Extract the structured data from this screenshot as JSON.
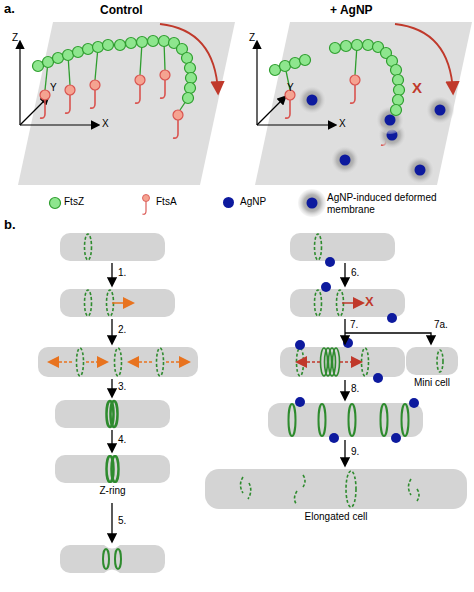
{
  "diagram": {
    "nodes": [
      {
        "text": [
          "Z-ring"
        ]
      },
      {
        "text": [
          "Mini cell"
        ]
      },
      {
        "text": [
          "Elongated cell"
        ]
      }
    ],
    "labels": [
      "a.",
      "Control",
      "+ AgNP",
      "Z",
      "Y",
      "X",
      "Z",
      "Y",
      "X",
      "X",
      "b.",
      "1.",
      "2.",
      "3.",
      "4.",
      "5.",
      "6.",
      "X",
      "7.",
      "7a.",
      "8.",
      "9."
    ],
    "legend": [
      {
        "text": "FtsZ"
      },
      {
        "text": "FtsA"
      },
      {
        "text": "AgNP",
        "color": "#0d1a9e"
      },
      {
        "text": "AgNP-induced deformed membrane"
      }
    ]
  }
}
